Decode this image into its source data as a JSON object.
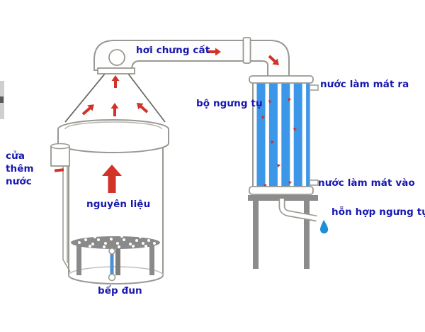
{
  "diagram": {
    "type": "distillation-apparatus-diagram",
    "labels": {
      "vapor": "hơi chưng cất",
      "condenser_unit": "bộ ngưng tụ",
      "cooling_water_out": "nước làm mát ra",
      "water_inlet_door": "cửa thêm nước",
      "raw_material": "nguyên liệu",
      "stove": "bếp đun",
      "cooling_water_in": "nước làm mát vào",
      "condensed_mixture": "hỗn hợp ngưng tụ"
    },
    "colors": {
      "label_text": "#1717b0",
      "flow_arrow": "#d23227",
      "condenser_tubes": "#3d97e8",
      "outline": "#9a9892",
      "stand_gray": "#8c8c8c",
      "plate_gray": "#8a8a8a",
      "water_drop": "#1e8fd6",
      "thermometer": "#4d8fd1",
      "background": "#ffffff"
    },
    "icons": [
      "up-arrow-icon",
      "up-right-arrow-icon",
      "up-left-arrow-icon",
      "right-arrow-icon",
      "down-right-arrow-icon",
      "water-drop-icon"
    ]
  }
}
